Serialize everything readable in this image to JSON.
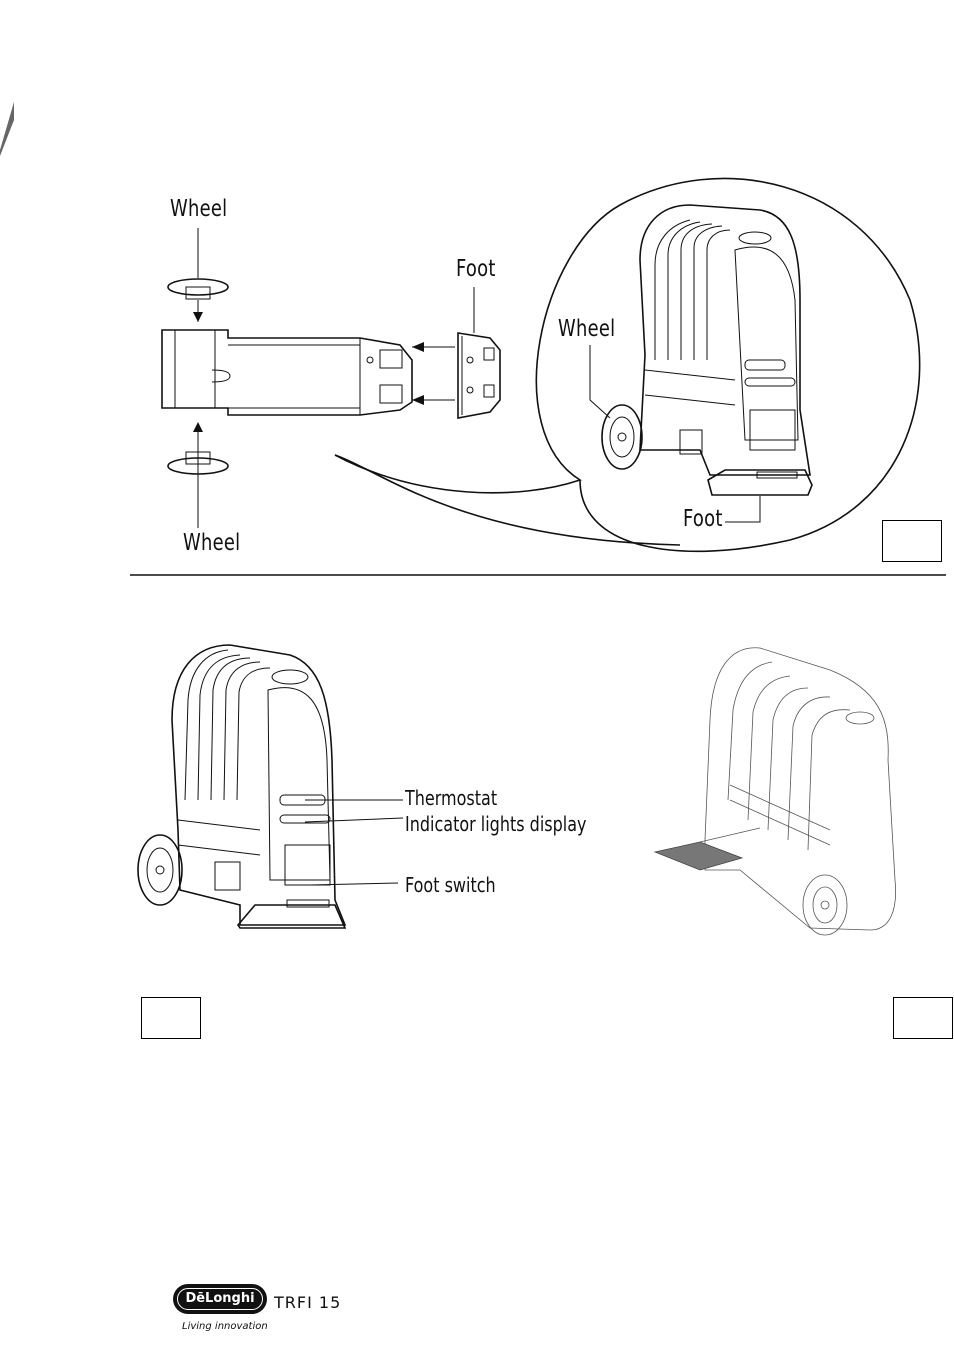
{
  "fig1": {
    "label_wheel_top": "Wheel",
    "label_wheel_bottom": "Wheel",
    "label_foot_top": "Foot",
    "label_wheel_circle": "Wheel",
    "label_foot_circle": "Foot"
  },
  "fig2": {
    "label_thermostat": "Thermostat",
    "label_indicator": "Indicator lights display",
    "label_foot_switch": "Foot switch"
  },
  "footer": {
    "brand": "DēLonghi",
    "tagline": "Living innovation",
    "model": "TRFI 15"
  }
}
